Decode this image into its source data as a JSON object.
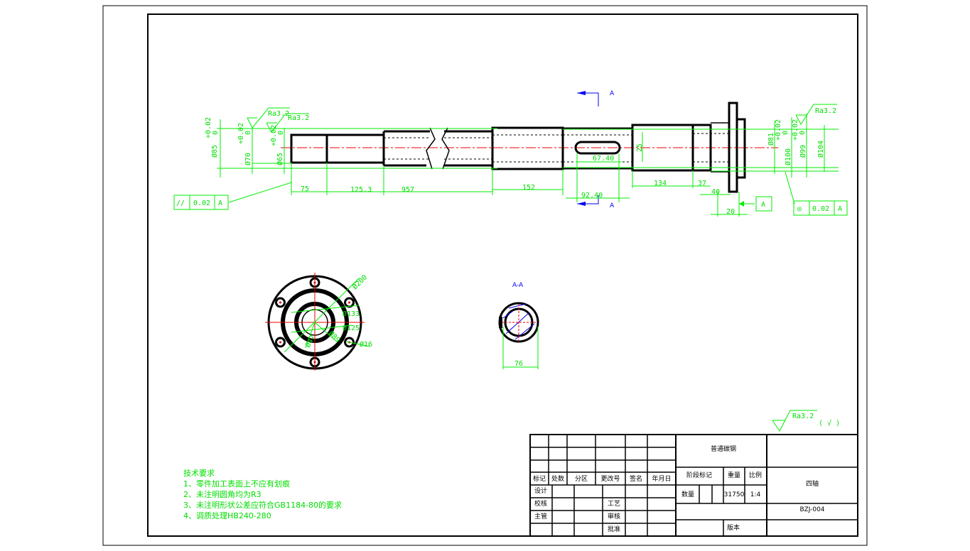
{
  "title_block": {
    "material": "普通碳钢",
    "part_name": "四轴",
    "drawing_no": "BZJ-004",
    "stage_mark": "阶段标记",
    "weight_label": "重量",
    "scale_label": "比例",
    "quantity_label": "数量",
    "weight_value": "31750",
    "scale_value": "1:4",
    "version_label": "版本",
    "header": [
      "标记",
      "处数",
      "分区",
      "更改号",
      "签名",
      "年月日"
    ],
    "design": "设计",
    "check": "校核",
    "supervisor": "主管",
    "process": "工艺",
    "review": "审核",
    "approve": "批准"
  },
  "tech_requirements": {
    "title": "技术要求",
    "items": [
      "1、零件加工表面上不应有划痕",
      "2、未注明圆角均为R3",
      "3、未注明形状公差应符合GB1184-80的要求",
      "4、调质处理HB240-280"
    ]
  },
  "dimensions": {
    "lengths": [
      "75",
      "125.3",
      "957",
      "152",
      "92.40",
      "67.40",
      "134",
      "37",
      "40",
      "20",
      "25"
    ],
    "left_diameters": [
      "Ø85",
      "Ø70",
      "Ø65"
    ],
    "right_diameters": [
      "Ø81",
      "Ø100",
      "Ø99",
      "Ø104"
    ],
    "tol_upper": "+0.02",
    "tol_lower": "0",
    "roughness": "Ra3.2",
    "roughness_general": "Ra3.2",
    "roughness_general_suffix": "( √ )",
    "parallel_tol": {
      "symbol": "//",
      "value": "0.02",
      "datum": "A"
    },
    "concentric_tol": {
      "symbol": "◎",
      "value": "0.02",
      "datum": "A"
    },
    "datum": "A",
    "section_label": "A",
    "section_view_title": "A-A",
    "section_width": "76",
    "flange_dims": [
      "Ø200",
      "Ø133",
      "Ø125",
      "Ø16",
      "Ø89",
      "Ø47"
    ]
  }
}
